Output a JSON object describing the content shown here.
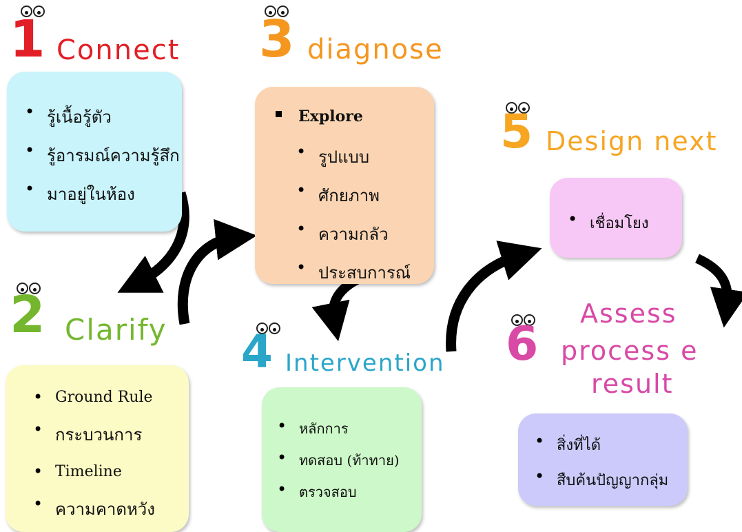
{
  "steps": [
    {
      "number": "1",
      "title": "Connect",
      "color": "#e21f26",
      "items": [
        "รู้เนื้อรู้ตัว",
        "รู้อารมณ์ความรู้สึก",
        "มาอยู่ในห้อง"
      ]
    },
    {
      "number": "2",
      "title": "Clarify",
      "color": "#74b72e",
      "items": [
        "Ground Rule",
        "กระบวนการ",
        "Timeline",
        "ความคาดหวัง"
      ]
    },
    {
      "number": "3",
      "title": "diagnose",
      "color": "#f5961f",
      "header": "Explore",
      "items": [
        "รูปแบบ",
        "ศักยภาพ",
        "ความกลัว",
        "ประสบการณ์"
      ]
    },
    {
      "number": "4",
      "title": "Intervention",
      "color": "#2aa6c9",
      "items": [
        "หลักการ",
        "ทดสอบ (ท้าทาย)",
        "ตรวจสอบ"
      ]
    },
    {
      "number": "5",
      "title": "Design next",
      "color": "#f6a623",
      "items": [
        "เชื่อมโยง"
      ]
    },
    {
      "number": "6",
      "title_lines": [
        "Assess",
        "process e",
        "result"
      ],
      "color": "#d84aa6",
      "items": [
        "สิ่งที่ได้",
        "สืบค้นปัญญากลุ่ม"
      ]
    }
  ]
}
